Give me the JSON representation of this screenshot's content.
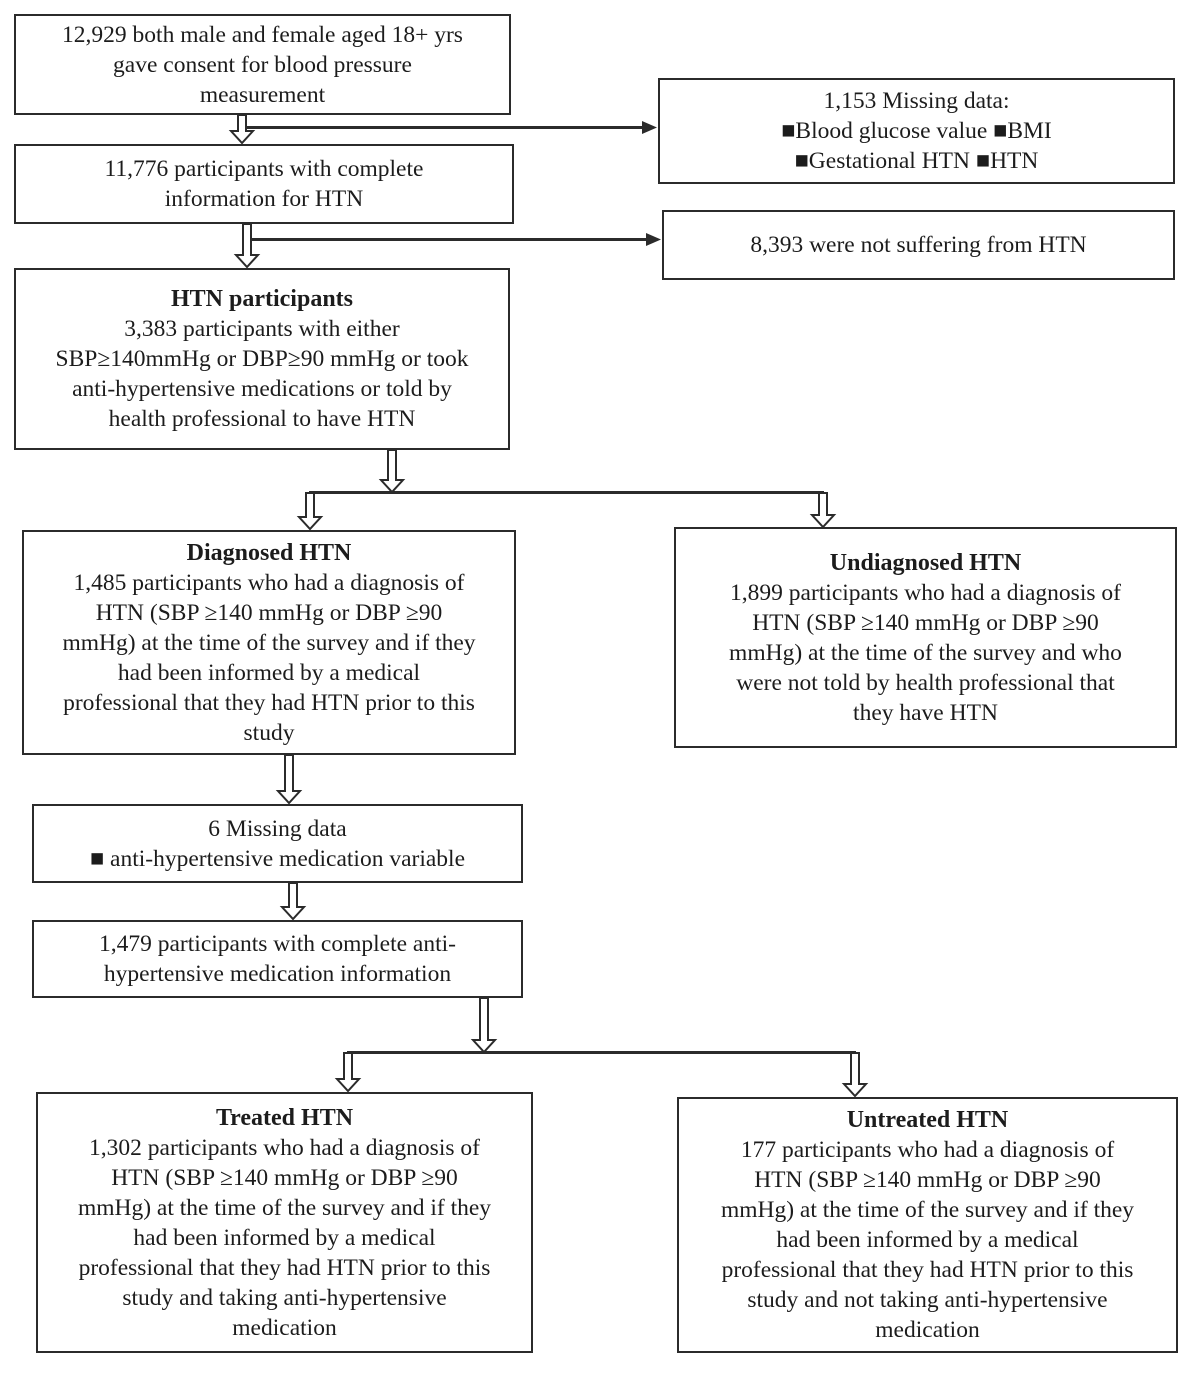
{
  "colors": {
    "line": "#2b2b2b",
    "text": "#1c1c1c",
    "background": "#ffffff"
  },
  "flowchart": {
    "consent": {
      "lines": [
        "12,929 both male and female aged 18+ yrs",
        "gave consent for blood pressure",
        "measurement"
      ]
    },
    "missing_data_top": {
      "lines": [
        "1,153 Missing data:",
        "■Blood glucose value ■BMI",
        "■Gestational HTN ■HTN"
      ]
    },
    "complete_info": {
      "lines": [
        "11,776 participants with complete",
        "information for HTN"
      ]
    },
    "not_suffering": {
      "lines": [
        "8,393 were not suffering from HTN"
      ]
    },
    "htn_participants": {
      "title": "HTN participants",
      "lines": [
        "3,383 participants with either",
        "SBP≥140mmHg or DBP≥90 mmHg or took",
        "anti-hypertensive medications or told by",
        "health professional to have HTN"
      ]
    },
    "diagnosed": {
      "title": "Diagnosed HTN",
      "lines": [
        "1,485 participants who had a diagnosis of",
        "HTN (SBP ≥140 mmHg or DBP ≥90",
        "mmHg) at the time of the survey and if they",
        "had been informed by a medical",
        "professional that they had HTN prior to this",
        "study"
      ]
    },
    "undiagnosed": {
      "title": "Undiagnosed HTN",
      "lines": [
        "1,899 participants who had a diagnosis of",
        "HTN (SBP ≥140 mmHg or DBP ≥90",
        "mmHg) at the time of the survey and who",
        "were not told by health professional that",
        "they have HTN"
      ]
    },
    "missing_data_medication": {
      "lines": [
        "6 Missing data",
        "■ anti-hypertensive medication variable"
      ]
    },
    "complete_medication": {
      "lines": [
        "1,479 participants with complete anti-",
        "hypertensive medication information"
      ]
    },
    "treated": {
      "title": "Treated HTN",
      "lines": [
        "1,302 participants who had a diagnosis of",
        "HTN (SBP ≥140 mmHg or DBP ≥90",
        "mmHg) at the time of the survey and if they",
        "had been informed by a medical",
        "professional that they had HTN prior to this",
        "study and taking anti-hypertensive",
        "medication"
      ]
    },
    "untreated": {
      "title": "Untreated HTN",
      "lines": [
        "177 participants who had a diagnosis of",
        "HTN (SBP ≥140 mmHg or DBP ≥90",
        "mmHg) at the time of the survey and if they",
        "had been informed by a medical",
        "professional that they had HTN prior to this",
        "study and not taking anti-hypertensive",
        "medication"
      ]
    }
  }
}
